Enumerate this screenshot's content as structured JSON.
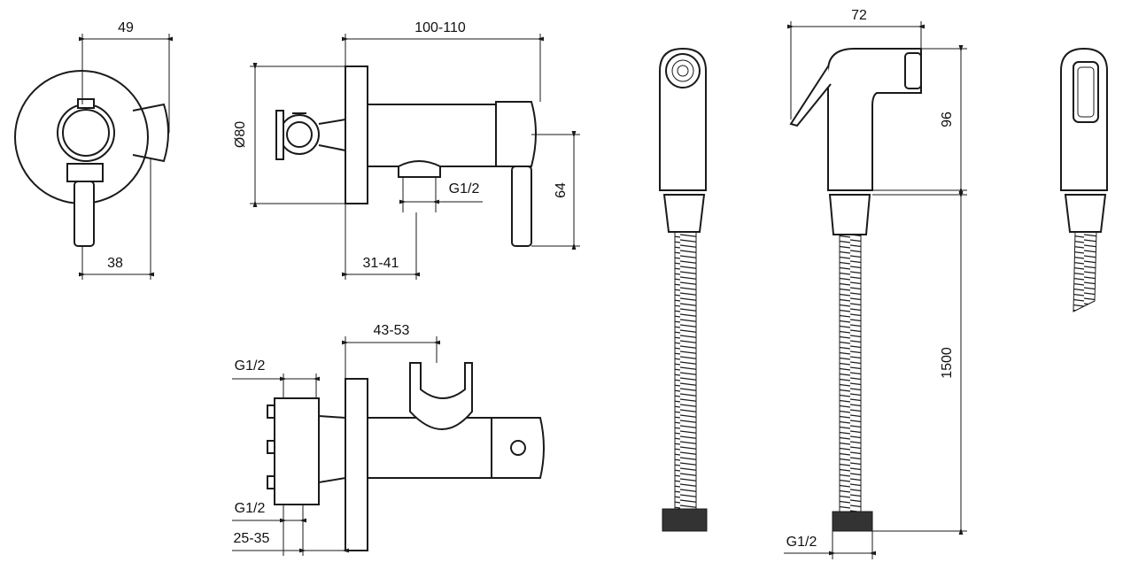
{
  "title": "Bidet spray set technical drawing",
  "dimensions": {
    "front_width": "49",
    "front_lever_offset": "38",
    "side_length": "100-110",
    "plate_diameter": "Ø80",
    "side_outlet_thread": "G1/2",
    "side_lever_height": "64",
    "side_outlet_offset": "31-41",
    "top_holder_offset": "43-53",
    "top_inlet_thread_upper": "G1/2",
    "top_inlet_thread_lower": "G1/2",
    "top_wall_depth": "25-35",
    "shower_width": "72",
    "shower_height": "96",
    "hose_length": "1500",
    "hose_thread": "G1/2"
  }
}
